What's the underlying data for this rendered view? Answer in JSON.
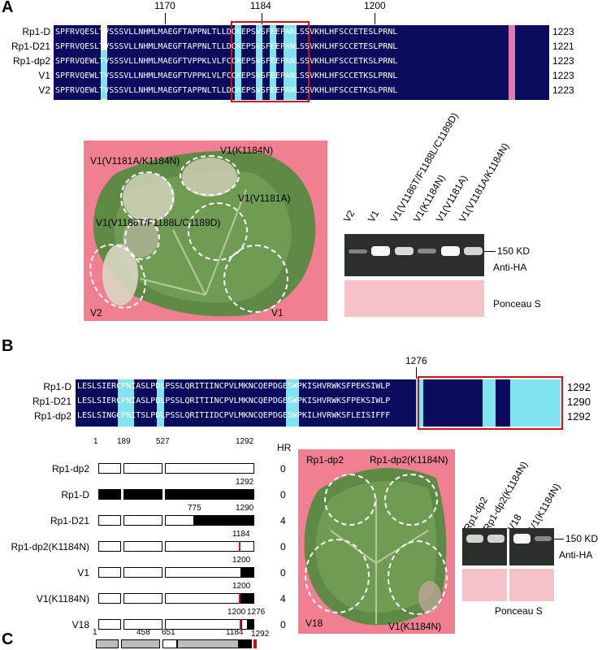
{
  "panels": {
    "a": "A",
    "b": "B",
    "c": "C"
  },
  "a_align": {
    "ticks": [
      "1170",
      "1184",
      "1200"
    ],
    "rows": [
      {
        "name": "Rp1-D",
        "seq": "SPFRVQESLTVSSSVLLNHMLMAEGFTAPPNLTLLDCKEPSVSFEEPANLSSVKHLHFSCCETESLPRNL",
        "end": "1223"
      },
      {
        "name": "Rp1-D21",
        "seq": "SPFRVQESLTVSSSVLLNHMLMAEGFTAPPNLTLLDCKEPSVSFEEPANLSSVKHLHFSCCETESLPRNL",
        "end": "1221"
      },
      {
        "name": "Rp1-dp2",
        "seq": "SPFRVQEWLTVSSSVLLNHMLMAEGFTVPPKLVLFCCKEPSVSFEEPANLSSVKHLHFSCCETKSLPRNL",
        "end": "1223"
      },
      {
        "name": "V1",
        "seq": "SPFRVQEWLTVSSSVLLNHMLMAEGFTVPPKLVLFCCKEPSVSFEEPANLSSVKHLHFSCCETKSLPRNL",
        "end": "1223"
      },
      {
        "name": "V2",
        "seq": "SPFRVQEWLTVSSSVLLNHMLMAEGFTAPPNLTLLDCKEPSVSFEEPANLSSVKHLHFSCCETKSLPRNL",
        "end": "1223"
      }
    ]
  },
  "a_leaf": {
    "labels": [
      "V1(V1181A/K1184N)",
      "V1(K1184N)",
      "V1(V1181A)",
      "V1(V1186T/F1188L/C1189D)",
      "V2",
      "V1"
    ]
  },
  "a_blot": {
    "lanes": [
      "V2",
      "V1",
      "V1(V1186T/F1188L/C1189D)",
      "V1(K1184N)",
      "V1(V1181A)",
      "V1(V1181A/K1184N)"
    ],
    "band_levels": [
      0.15,
      0.95,
      0.75,
      0.2,
      0.95,
      0.7
    ],
    "size": "150 KD",
    "antibody": "Anti-HA",
    "stain": "Ponceau S"
  },
  "b_align": {
    "tick": "1276",
    "rows": [
      {
        "name": "Rp1-D",
        "seq": "LESLSIERCPNIASLPDLPSSLQRITIINCPVLMKNCQEPDGESWPKISHVRWKSFPEKSIWLP",
        "end": "1292"
      },
      {
        "name": "Rp1-D21",
        "seq": "LESLSIERCPNIASLPDLPSSLQRITIINCPVLMKNCQEPDGESWPKISHVRWKSFPEKSIWLP",
        "end": "1290"
      },
      {
        "name": "Rp1-dp2",
        "seq": "LESLSINGCPNITSLPDLPSSLQRITIIDCPVLMKNCQEPDGESWPKILHVRWKSFLEISIFFF",
        "end": "1292"
      }
    ]
  },
  "b_constructs": {
    "hr_header": "HR",
    "top_ticks": [
      "1",
      "189",
      "527",
      "1292"
    ],
    "rows": [
      {
        "name": "Rp1-dp2",
        "hr": "0",
        "labels": []
      },
      {
        "name": "Rp1-D",
        "hr": "0",
        "labels": [
          "1292"
        ]
      },
      {
        "name": "Rp1-D21",
        "hr": "4",
        "labels": [
          "775",
          "1290"
        ]
      },
      {
        "name": "Rp1-dp2(K1184N)",
        "hr": "0",
        "labels": [
          "1184"
        ]
      },
      {
        "name": "V1",
        "hr": "0",
        "labels": [
          "1200"
        ]
      },
      {
        "name": "V1(K1184N)",
        "hr": "4",
        "labels": [
          "1200"
        ]
      },
      {
        "name": "V18",
        "hr": "0",
        "labels": [
          "1200",
          "1276"
        ]
      }
    ]
  },
  "b_leaf": {
    "labels": [
      "Rp1-dp2",
      "Rp1-dp2(K1184N)",
      "V18",
      "V1(K1184N)"
    ]
  },
  "b_blot": {
    "lanes": [
      "Rp1-dp2",
      "Rp1-dp2(K1184N)",
      "V18",
      "V1(K1184N)"
    ],
    "band_levels": [
      0.7,
      0.7,
      0.95,
      0.2
    ],
    "size": "150 KD",
    "antibody": "Anti-HA",
    "stain": "Ponceau S"
  },
  "c_diagram": {
    "ticks": [
      "1",
      "458",
      "651",
      "1184",
      "1292"
    ]
  },
  "colors": {
    "dark": "#0b0b5e",
    "cyan": "#7fe3f0",
    "pink": "#e07ab1",
    "red": "#d01010",
    "leafbg": "#f07f92"
  }
}
